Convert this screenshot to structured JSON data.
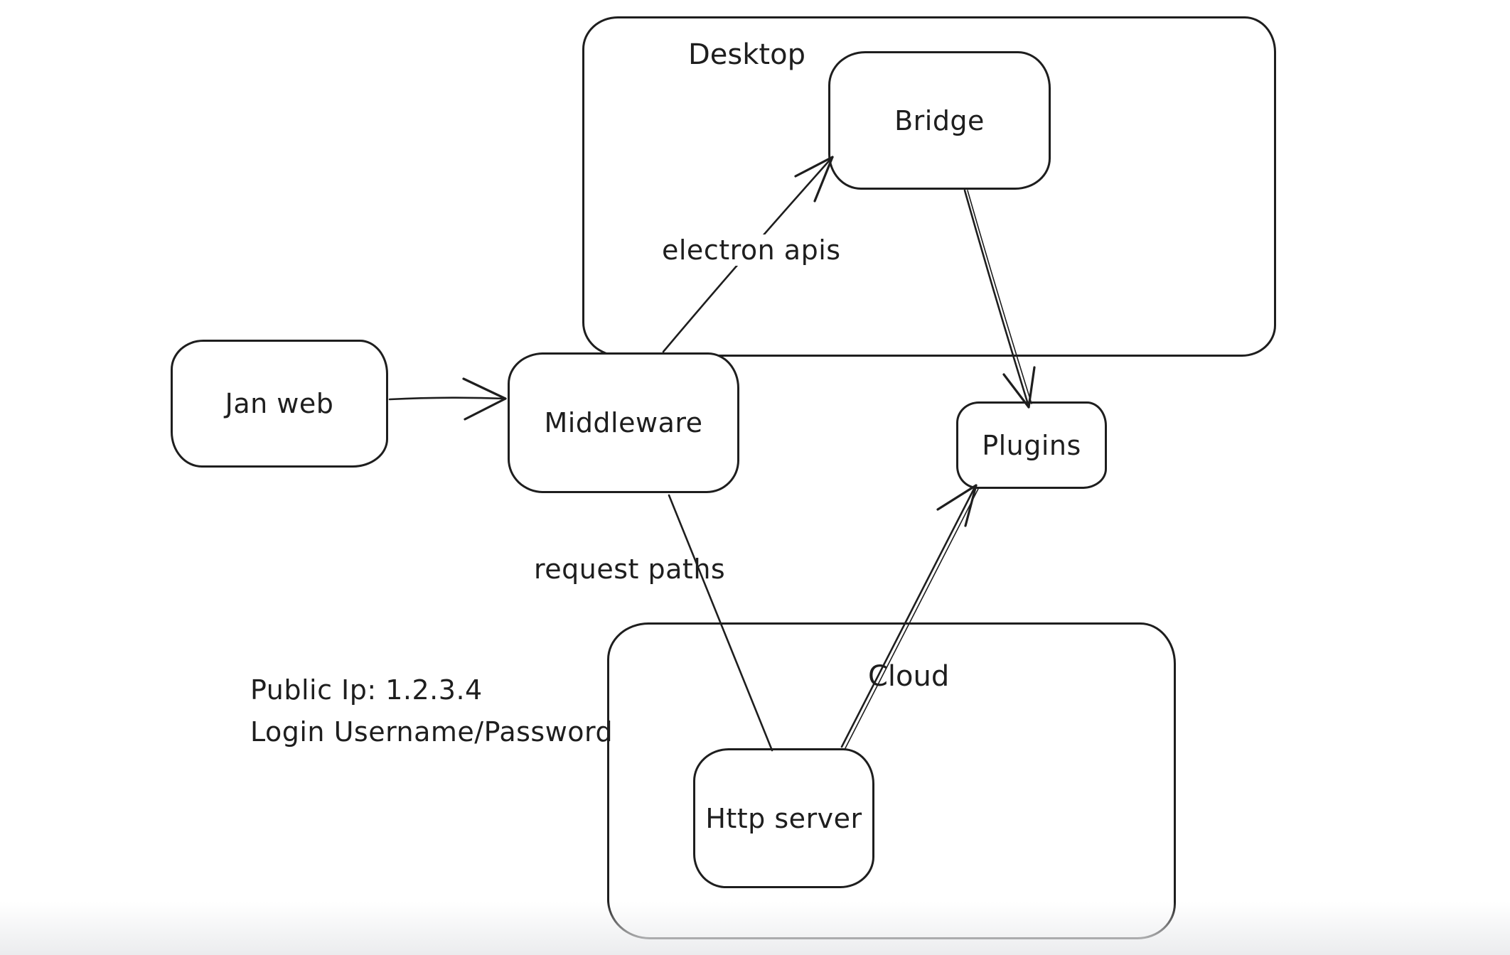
{
  "diagram": {
    "colors": {
      "stroke": "#1e1e1e",
      "background": "#ffffff",
      "bottom_fade": "#ebecee"
    },
    "containers": [
      {
        "id": "desktop",
        "label": "Desktop"
      },
      {
        "id": "cloud",
        "label": "Cloud"
      }
    ],
    "nodes": [
      {
        "id": "jan-web",
        "label": "Jan web"
      },
      {
        "id": "middleware",
        "label": "Middleware"
      },
      {
        "id": "bridge",
        "label": "Bridge"
      },
      {
        "id": "plugins",
        "label": "Plugins"
      },
      {
        "id": "http-server",
        "label": "Http server"
      }
    ],
    "edges": [
      {
        "from": "jan-web",
        "to": "middleware",
        "label": "",
        "arrowhead": "arrow"
      },
      {
        "from": "middleware",
        "to": "bridge",
        "label": "electron apis",
        "arrowhead": "arrow"
      },
      {
        "from": "bridge",
        "to": "plugins",
        "label": "",
        "arrowhead": "arrow"
      },
      {
        "from": "middleware",
        "to": "http-server",
        "label": "request paths",
        "arrowhead": "none"
      },
      {
        "from": "http-server",
        "to": "plugins",
        "label": "",
        "arrowhead": "arrow"
      }
    ],
    "edge_labels": [
      {
        "id": "electron-apis",
        "label": "electron apis"
      },
      {
        "id": "request-paths",
        "label": "request paths"
      }
    ],
    "annotations": [
      {
        "id": "public-ip",
        "text": "Public Ip: 1.2.3.4"
      },
      {
        "id": "login",
        "text": "Login Username/Password"
      }
    ]
  }
}
